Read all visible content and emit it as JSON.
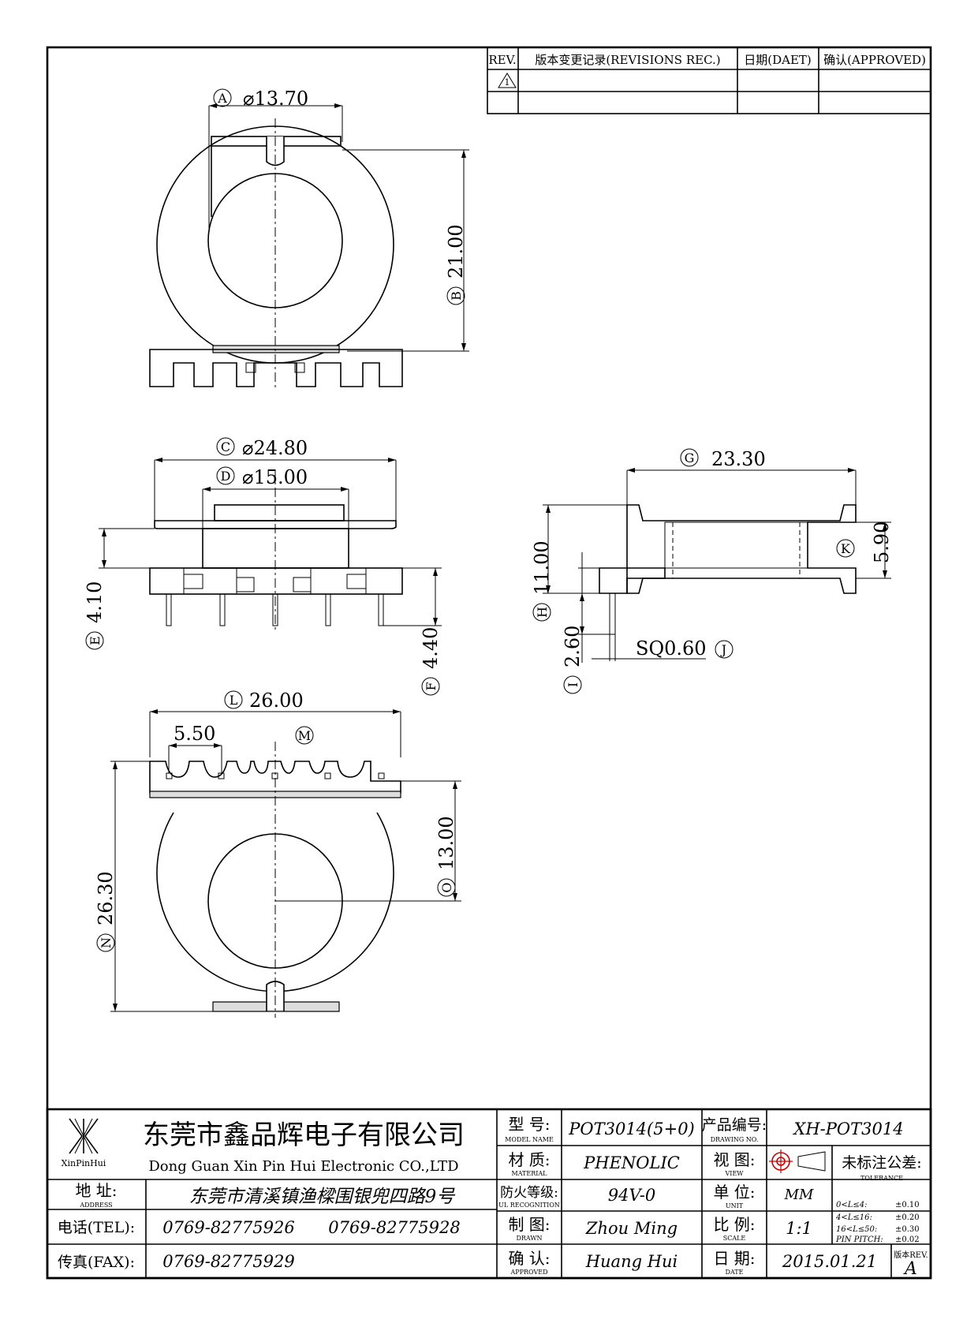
{
  "revisions": {
    "headers": {
      "rev": "REV.",
      "record": "版本变更记录(REVISIONS REC.)",
      "date": "日期(DAET)",
      "approved": "确认(APPROVED)"
    },
    "rows": [
      {
        "rev": "1",
        "record": "",
        "date": "",
        "approved": ""
      },
      {
        "rev": "",
        "record": "",
        "date": "",
        "approved": ""
      }
    ]
  },
  "dimensions": {
    "A": {
      "letter": "A",
      "value": "⌀13.70"
    },
    "B": {
      "letter": "B",
      "value": "21.00"
    },
    "C": {
      "letter": "C",
      "value": "⌀24.80"
    },
    "D": {
      "letter": "D",
      "value": "⌀15.00"
    },
    "E": {
      "letter": "E",
      "value": "4.10"
    },
    "F": {
      "letter": "F",
      "value": "4.40"
    },
    "G": {
      "letter": "G",
      "value": "23.30"
    },
    "H": {
      "letter": "H",
      "value": "11.00"
    },
    "I": {
      "letter": "I",
      "value": "2.60"
    },
    "J": {
      "letter": "J",
      "value": "SQ0.60"
    },
    "K": {
      "letter": "K",
      "value": "5.90"
    },
    "L": {
      "letter": "L",
      "value": "26.00"
    },
    "M": {
      "letter": "M",
      "value": ""
    },
    "N": {
      "letter": "N",
      "value": "26.30"
    },
    "O": {
      "letter": "O",
      "value": "13.00"
    },
    "pitch": {
      "value": "5.50"
    }
  },
  "company": {
    "logo_text": "XinPinHui",
    "name_cn": "东莞市鑫品辉电子有限公司",
    "name_en": "Dong Guan Xin Pin Hui Electronic CO.,LTD",
    "address_label": "地  址:",
    "address_label_en": "ADDRESS",
    "address": "东莞市清溪镇渔樑围银兜四路9号",
    "tel_label": "电话(TEL):",
    "tel1": "0769-82775926",
    "tel2": "0769-82775928",
    "fax_label": "传真(FAX):",
    "fax": "0769-82775929"
  },
  "title_block": {
    "model_label": "型  号:",
    "model_label_en": "MODEL NAME",
    "model": "POT3014(5+0)",
    "material_label": "材  质:",
    "material_label_en": "MATERIAL",
    "material": "PHENOLIC",
    "ul_label": "防火等级:",
    "ul_label_en": "UL RECOGNITION",
    "ul": "94V-0",
    "drawn_label": "制  图:",
    "drawn_label_en": "DRAWN",
    "drawn": "Zhou Ming",
    "approved_label": "确  认:",
    "approved_label_en": "APPROVED",
    "approved": "Huang Hui",
    "drawing_no_label": "产品编号:",
    "drawing_no_label_en": "DRAWING NO.",
    "drawing_no": "XH-POT3014",
    "view_label": "视  图:",
    "view_label_en": "VIEW",
    "unit_label": "单  位:",
    "unit_label_en": "UNIT",
    "unit": "MM",
    "scale_label": "比  例:",
    "scale_label_en": "SCALE",
    "scale": "1:1",
    "date_label": "日  期:",
    "date_label_en": "DATE",
    "date": "2015.01.21",
    "rev_label": "版本REV.",
    "rev": "A",
    "tolerance_label": "未标注公差:",
    "tolerance_label_en": "TOLERANCE",
    "tolerances": [
      {
        "range": "0<L≤4:",
        "value": "±0.10"
      },
      {
        "range": "4<L≤16:",
        "value": "±0.20"
      },
      {
        "range": "16<L≤50:",
        "value": "±0.30"
      },
      {
        "range": "PIN PITCH:",
        "value": "±0.02"
      }
    ]
  }
}
